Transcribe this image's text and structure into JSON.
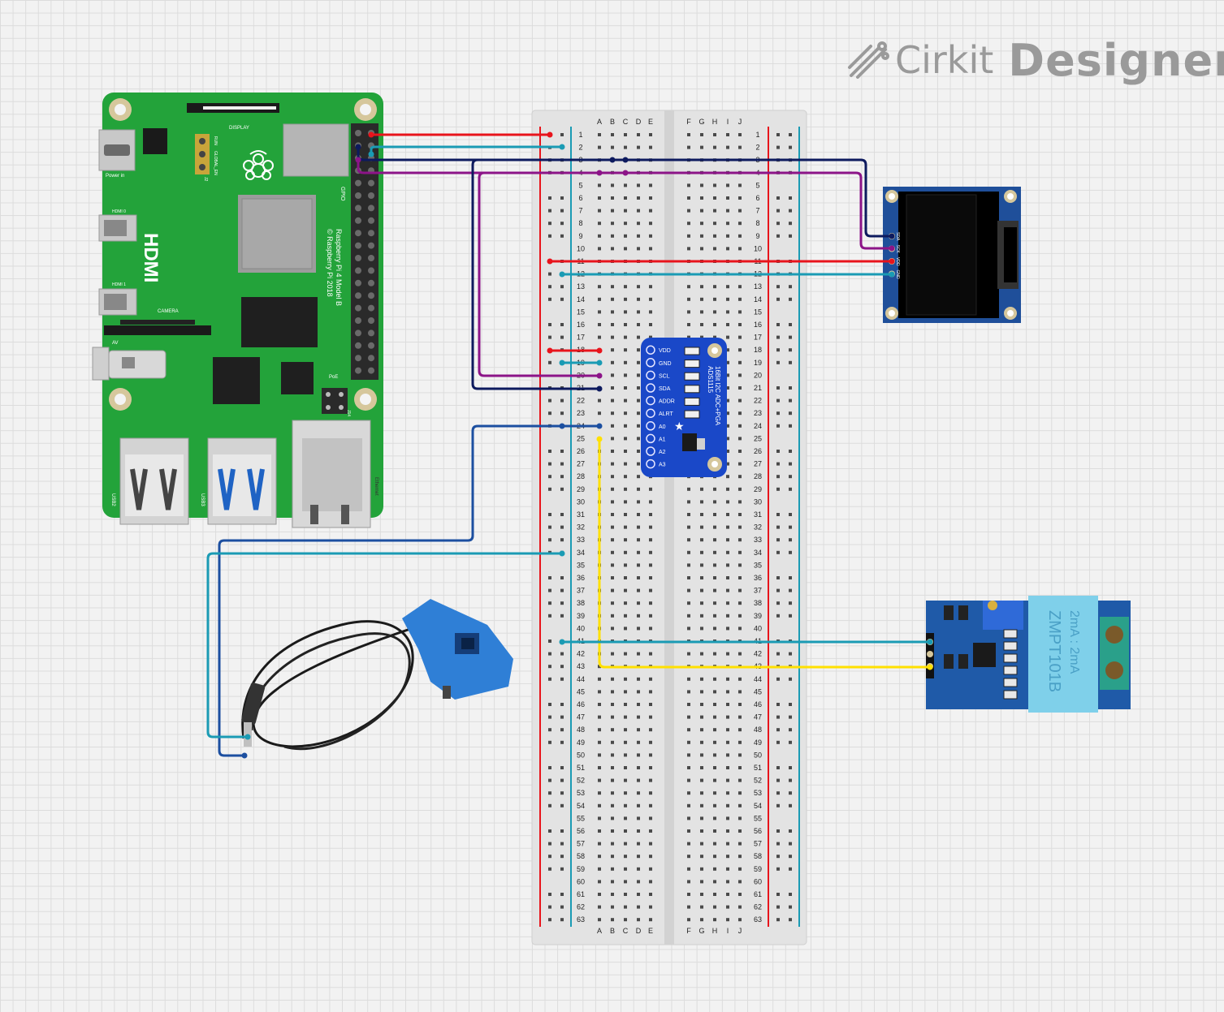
{
  "app": {
    "brand": "Cirkit",
    "product": "Designer"
  },
  "raspberry_pi": {
    "model_line1": "Raspberry Pi 4 Model B",
    "model_line2": "© Raspberry Pi 2018",
    "hdmi": "HDMI",
    "hdmi0": "HDMI 0",
    "hdmi1": "HDMI 1",
    "display": "DISPLAY",
    "camera": "CAMERA",
    "gpio": "GPIO",
    "poe": "PoE",
    "power_in": "Power in",
    "av": "AV",
    "usb2": "USB2",
    "usb3": "USB3",
    "ethernet": "Ethernet",
    "run": "RUN",
    "global_en": "GLOBAL_EN",
    "j2": "J2",
    "j14": "J14"
  },
  "breadboard": {
    "left_cols": [
      "A",
      "B",
      "C",
      "D",
      "E"
    ],
    "right_cols": [
      "F",
      "G",
      "H",
      "I",
      "J"
    ],
    "row_count": 63
  },
  "ads1115": {
    "title1": "16Bit I2C ADC+PGA",
    "title2": "ADS1115",
    "pins": [
      "VDD",
      "GND",
      "SCL",
      "SDA",
      "ADDR",
      "ALRT",
      "A0",
      "A1",
      "A2",
      "A3"
    ]
  },
  "oled": {
    "pins": [
      "SDA",
      "SCK",
      "VDD",
      "GND"
    ]
  },
  "zmpt": {
    "label1": "ZMPT101B",
    "label2": "2mA : 2mA"
  },
  "wire_colors": {
    "red": "#e8141c",
    "teal": "#1a9bb4",
    "navy": "#0d1a5e",
    "purple": "#8c1488",
    "blue": "#1c4fa0",
    "yellow": "#ffe000"
  }
}
